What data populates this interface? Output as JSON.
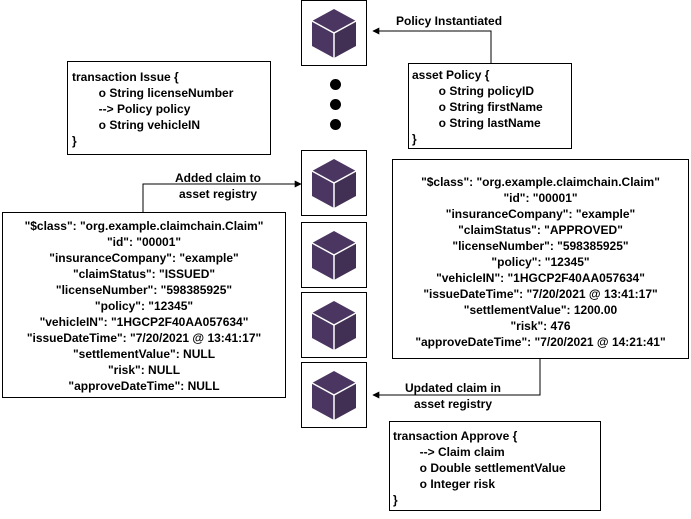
{
  "cube_color": "#4a3660",
  "cube_icon": "cube-icon",
  "labels": {
    "policy_instantiated": "Policy Instantiated",
    "added_claim": [
      "Added claim to",
      "asset registry"
    ],
    "updated_claim": [
      "Updated claim in",
      "asset registry"
    ]
  },
  "transaction_issue": [
    "transaction Issue {",
    "        o String licenseNumber",
    "        --> Policy policy",
    "        o String vehicleIN",
    "}"
  ],
  "asset_policy": [
    "asset Policy {",
    "        o String policyID",
    "        o String firstName",
    "        o String lastName",
    "}"
  ],
  "claim_issued": [
    "\"$class\": \"org.example.claimchain.Claim\"",
    "\"id\": \"00001\"",
    "\"insuranceCompany\": \"example\"",
    "\"claimStatus\": \"ISSUED\"",
    "\"licenseNumber\": \"598385925\"",
    "\"policy\": \"12345\"",
    "\"vehicleIN\": \"1HGCP2F40AA057634\"",
    "\"issueDateTime\": \"7/20/2021 @ 13:41:17\"",
    "\"settlementValue\": NULL",
    "\"risk\": NULL",
    "\"approveDateTime\": NULL"
  ],
  "claim_approved": [
    "\"$class\": \"org.example.claimchain.Claim\"",
    "\"id\": \"00001\"",
    "\"insuranceCompany\": \"example\"",
    "\"claimStatus\": \"APPROVED\"",
    "\"licenseNumber\": \"598385925\"",
    "\"policy\": \"12345\"",
    "\"vehicleIN\": \"1HGCP2F40AA057634\"",
    "\"issueDateTime\": \"7/20/2021 @ 13:41:17\"",
    "\"settlementValue\": 1200.00",
    "\"risk\": 476",
    "\"approveDateTime\": \"7/20/2021 @ 14:21:41\""
  ],
  "transaction_approve": [
    "transaction Approve {",
    "        --> Claim claim",
    "        o Double settlementValue",
    "        o Integer risk",
    "}"
  ]
}
